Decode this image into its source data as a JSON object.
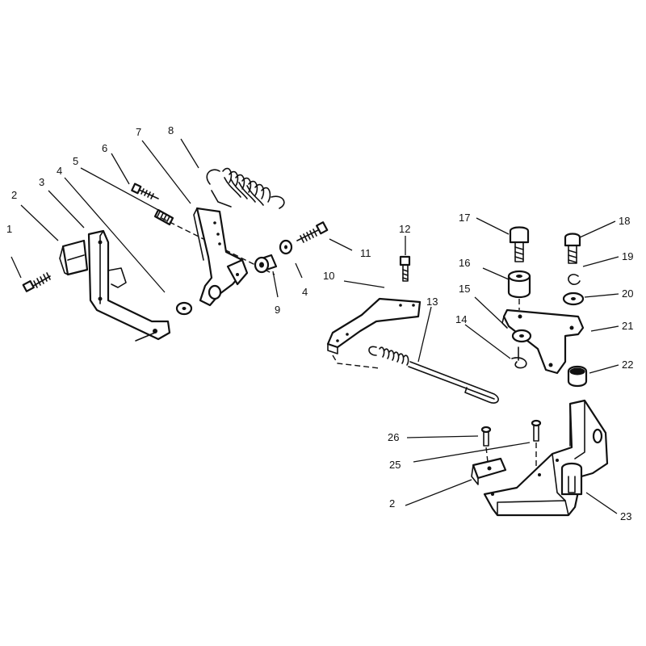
{
  "callouts": [
    {
      "id": "c1",
      "text": "1"
    },
    {
      "id": "c2",
      "text": "2"
    },
    {
      "id": "c3",
      "text": "3"
    },
    {
      "id": "c4",
      "text": "4"
    },
    {
      "id": "c5",
      "text": "5"
    },
    {
      "id": "c6",
      "text": "6"
    },
    {
      "id": "c7",
      "text": "7"
    },
    {
      "id": "c8",
      "text": "8"
    },
    {
      "id": "c9",
      "text": "9"
    },
    {
      "id": "c4b",
      "text": "4"
    },
    {
      "id": "c10",
      "text": "10"
    },
    {
      "id": "c11",
      "text": "11"
    },
    {
      "id": "c12",
      "text": "12"
    },
    {
      "id": "c13",
      "text": "13"
    },
    {
      "id": "c14",
      "text": "14"
    },
    {
      "id": "c15",
      "text": "15"
    },
    {
      "id": "c16",
      "text": "16"
    },
    {
      "id": "c17",
      "text": "17"
    },
    {
      "id": "c18",
      "text": "18"
    },
    {
      "id": "c19",
      "text": "19"
    },
    {
      "id": "c20",
      "text": "20"
    },
    {
      "id": "c21",
      "text": "21"
    },
    {
      "id": "c22",
      "text": "22"
    },
    {
      "id": "c23",
      "text": "23"
    },
    {
      "id": "c2b",
      "text": "2"
    },
    {
      "id": "c25",
      "text": "25"
    },
    {
      "id": "c26",
      "text": "26"
    }
  ]
}
